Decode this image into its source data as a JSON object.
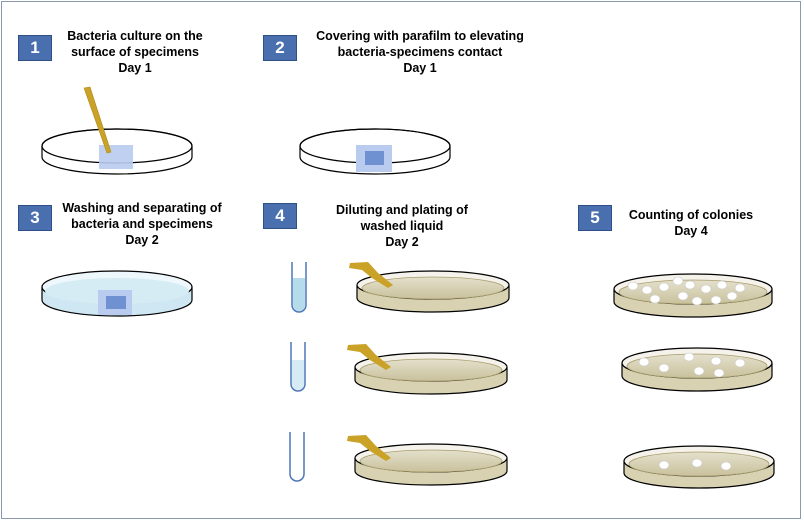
{
  "steps": [
    {
      "number": "1",
      "lines": [
        "Bacteria culture on the",
        "surface of specimens",
        "Day 1"
      ]
    },
    {
      "number": "2",
      "lines": [
        "Covering with parafilm to elevating",
        "bacteria-specimens  contact",
        "Day 1"
      ]
    },
    {
      "number": "3",
      "lines": [
        "Washing and separating of",
        "bacteria and specimens",
        "Day 2"
      ]
    },
    {
      "number": "4",
      "lines": [
        "Diluting and plating of",
        "washed liquid",
        "Day 2"
      ]
    },
    {
      "number": "5",
      "lines": [
        "Counting of colonies",
        "Day 4"
      ]
    }
  ],
  "colors": {
    "badge": "#4a6fae",
    "agar": "#ddd9c3",
    "agar_edge": "#c4bd97",
    "loop": "#c9a227",
    "specimen_light": "#b9cbee",
    "specimen_dark": "#6f91d2",
    "liquid": "#bfe0ee"
  }
}
